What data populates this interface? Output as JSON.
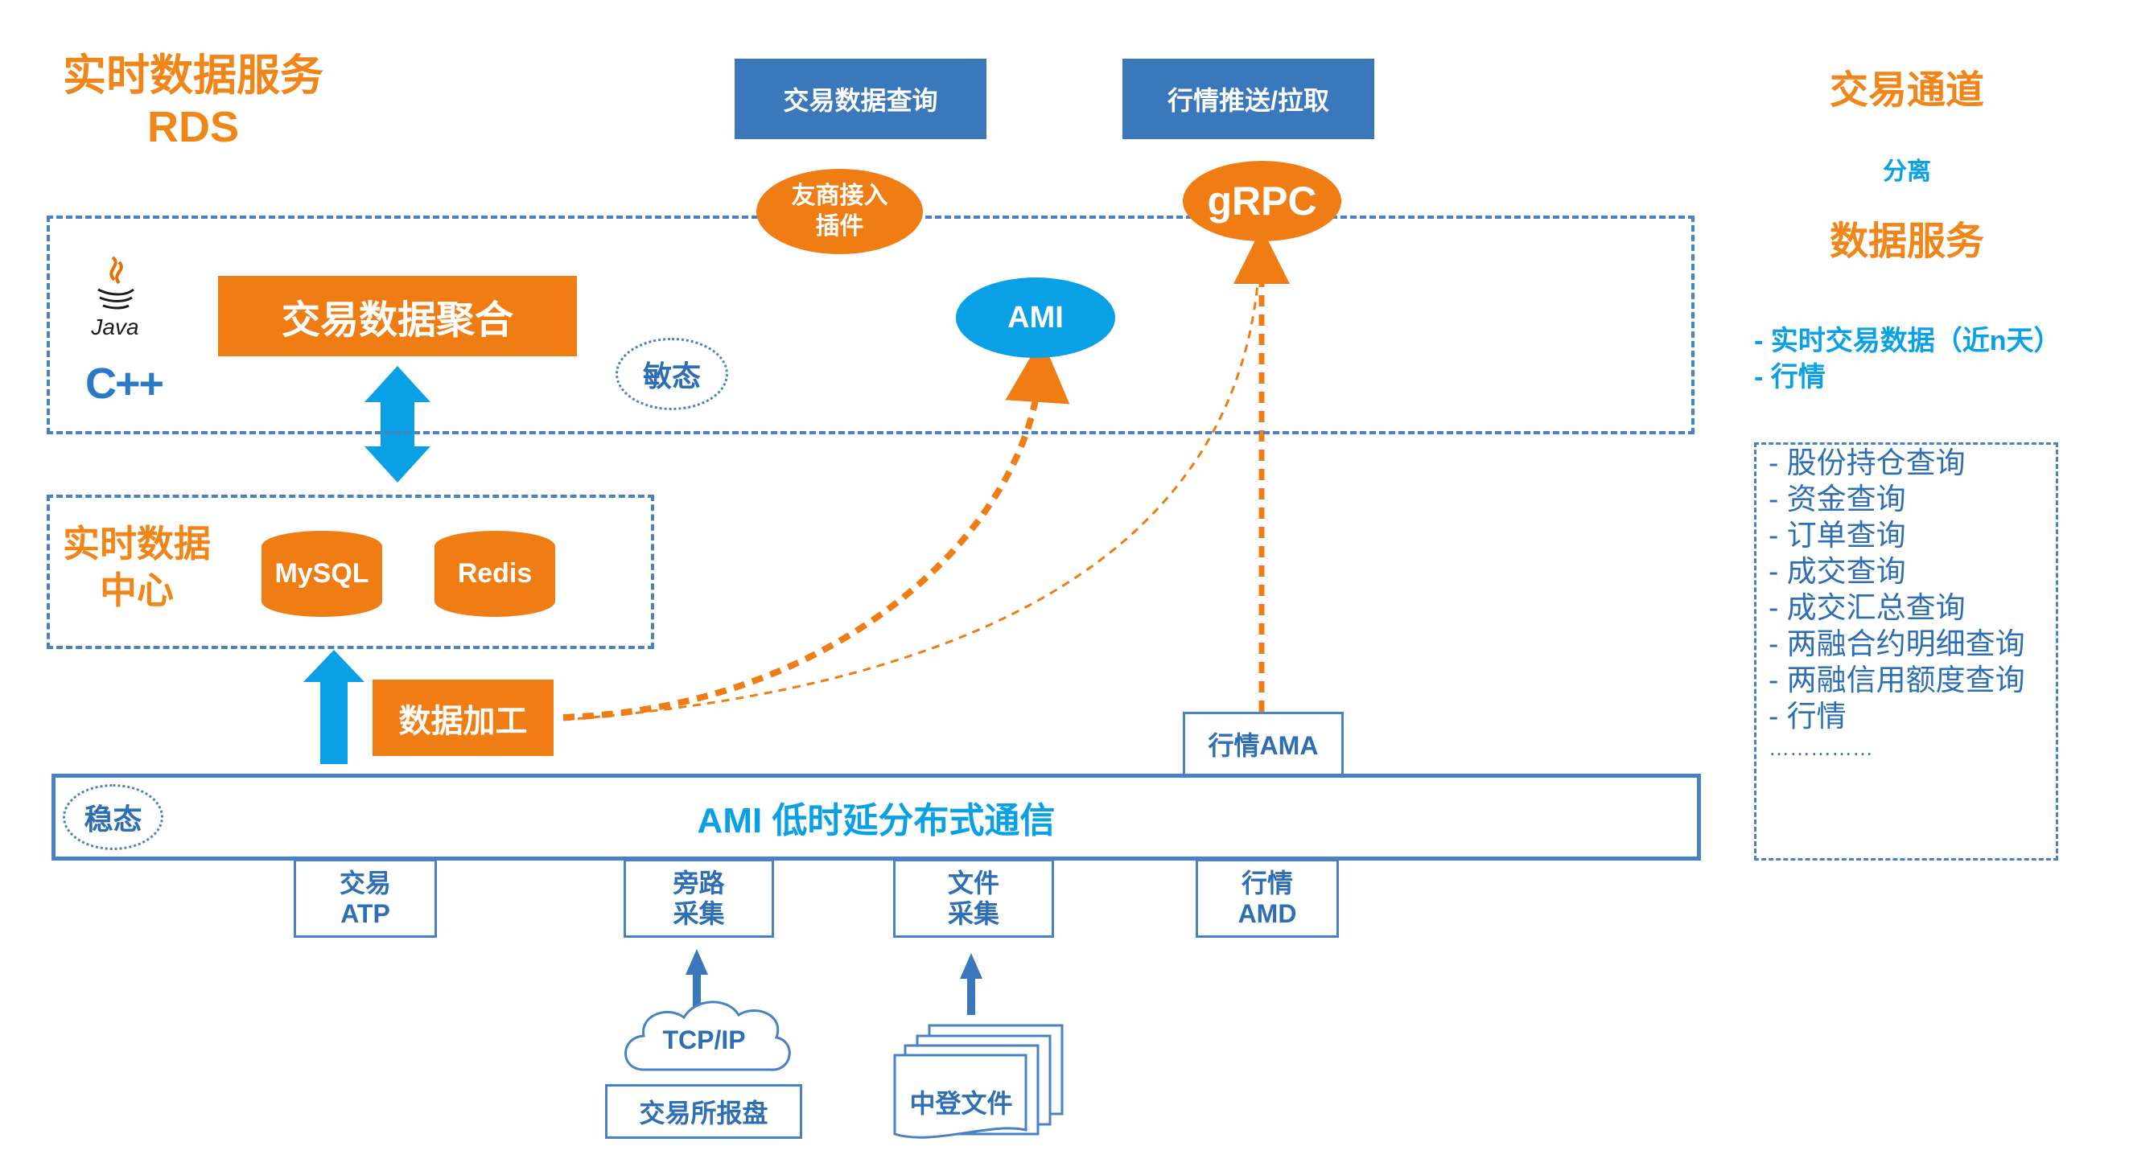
{
  "title": {
    "line1": "实时数据服务",
    "line2": "RDS"
  },
  "top_boxes": {
    "trade_query": "交易数据查询",
    "quote_push": "行情推送/拉取"
  },
  "nodes": {
    "partner_plugin": "友商接入插件",
    "grpc": "gRPC",
    "ami_top": "AMI",
    "aggregate": "交易数据聚合",
    "sensitive": "敏态",
    "java_label": "Java",
    "cpp_label": "C++",
    "realtime_center": "实时数据中心",
    "mysql": "MySQL",
    "redis": "Redis",
    "processing": "数据加工",
    "quote_ama": "行情AMA",
    "steady": "稳态",
    "bus": "AMI 低时延分布式通信",
    "atp": "交易ATP",
    "bypass": "旁路采集",
    "file_collect": "文件采集",
    "amd": "行情AMD",
    "tcpip": "TCP/IP",
    "exchange_report": "交易所报盘",
    "cd_file": "中登文件"
  },
  "right_panel": {
    "channel": "交易通道",
    "separate": "分离",
    "data_service": "数据服务",
    "rt_items": [
      "- 实时交易数据（近n天）",
      "- 行情"
    ],
    "query_list": [
      "- 股份持仓查询",
      "- 资金查询",
      "- 订单查询",
      "- 成交查询",
      "- 成交汇总查询",
      "- 两融合约明细查询",
      "- 两融信用额度查询",
      "- 行情"
    ],
    "ellipsis": "……………"
  },
  "colors": {
    "orange": "#f07d14",
    "blue_fill": "#3a77bb",
    "cyan": "#0aa0e6",
    "navy": "#2e6eb4"
  }
}
